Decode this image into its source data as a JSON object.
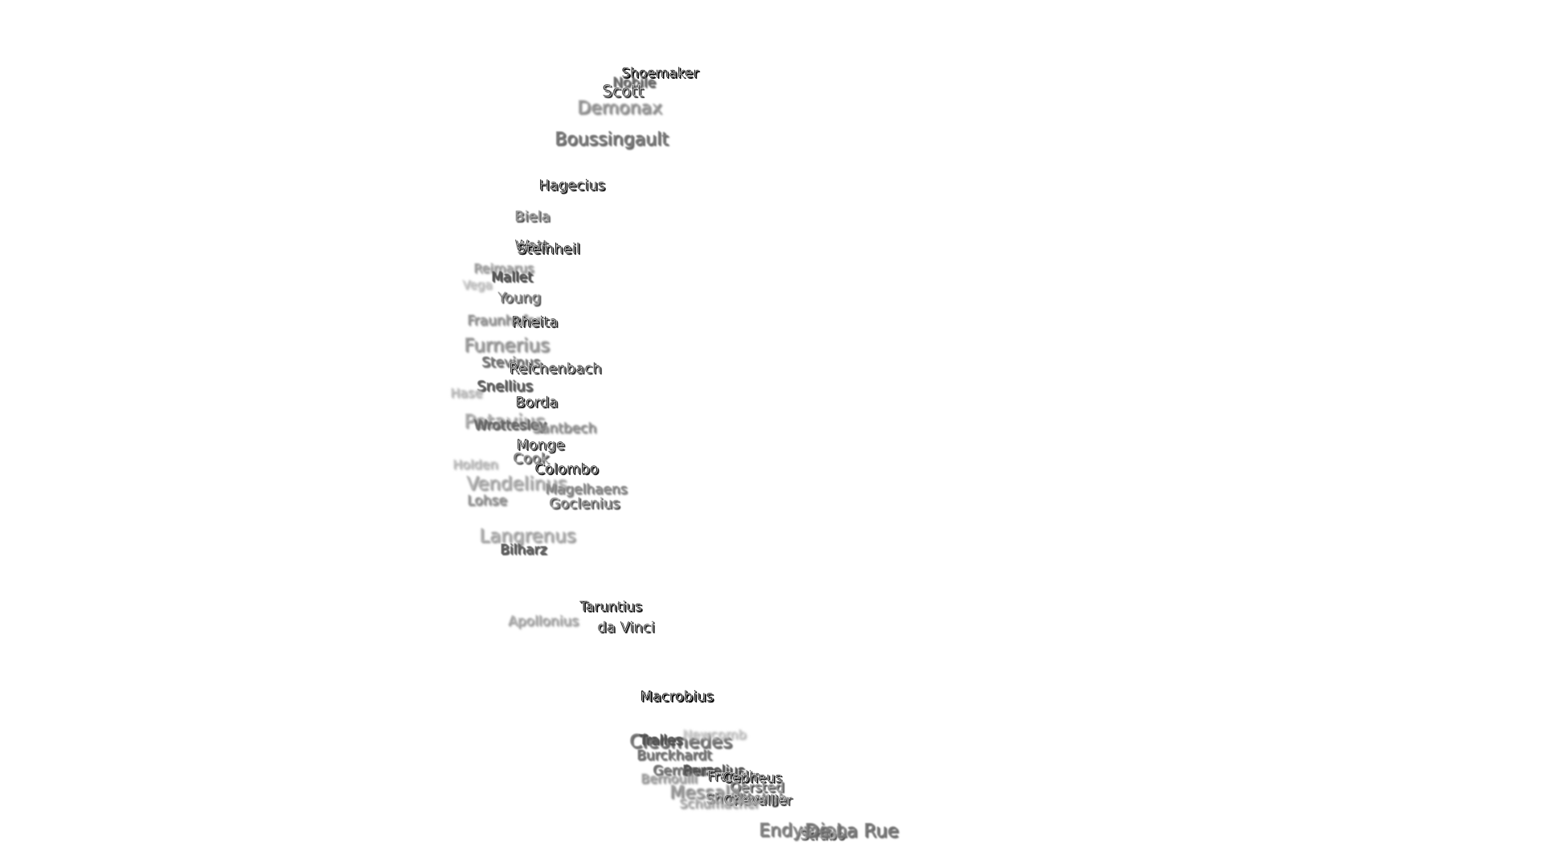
{
  "map": {
    "background_color": "#ffffff",
    "near_color": "#000000",
    "far_color": "#e6e6e6",
    "labels": [
      {
        "name": "Shoemaker",
        "depth": 0.0
      },
      {
        "name": "Nobile",
        "depth": 0.5
      },
      {
        "name": "Scott",
        "depth": 0.25
      },
      {
        "name": "Demonax",
        "depth": 0.7
      },
      {
        "name": "Boussingault",
        "depth": 0.55
      },
      {
        "name": "Hagecius",
        "depth": 0.1
      },
      {
        "name": "Biela",
        "depth": 0.35
      },
      {
        "name": "Watt",
        "depth": 0.25
      },
      {
        "name": "Steinheil",
        "depth": 0.1
      },
      {
        "name": "Reimarus",
        "depth": 0.75
      },
      {
        "name": "Mallet",
        "depth": 0.4
      },
      {
        "name": "Vega",
        "depth": 0.92
      },
      {
        "name": "Young",
        "depth": 0.3
      },
      {
        "name": "Fraunhofer",
        "depth": 0.7
      },
      {
        "name": "Rheita",
        "depth": 0.15
      },
      {
        "name": "Furnerius",
        "depth": 0.72
      },
      {
        "name": "Stevinus",
        "depth": 0.55
      },
      {
        "name": "Reichenbach",
        "depth": 0.2
      },
      {
        "name": "Snellius",
        "depth": 0.45
      },
      {
        "name": "Hase",
        "depth": 0.88
      },
      {
        "name": "Borda",
        "depth": 0.15
      },
      {
        "name": "Petavius",
        "depth": 0.8
      },
      {
        "name": "Wrottesley",
        "depth": 0.5
      },
      {
        "name": "Santbech",
        "depth": 0.68
      },
      {
        "name": "Monge",
        "depth": 0.2
      },
      {
        "name": "Cook",
        "depth": 0.3
      },
      {
        "name": "Colombo",
        "depth": 0.1
      },
      {
        "name": "Holden",
        "depth": 0.88
      },
      {
        "name": "Vendelinus",
        "depth": 0.8
      },
      {
        "name": "Magelhaens",
        "depth": 0.65
      },
      {
        "name": "Lohse",
        "depth": 0.68
      },
      {
        "name": "Goclenius",
        "depth": 0.3
      },
      {
        "name": "Langrenus",
        "depth": 0.8
      },
      {
        "name": "Bilharz",
        "depth": 0.45
      },
      {
        "name": "Taruntius",
        "depth": 0.05
      },
      {
        "name": "Apollonius",
        "depth": 0.8
      },
      {
        "name": "da Vinci",
        "depth": 0.15
      },
      {
        "name": "Macrobius",
        "depth": 0.0
      },
      {
        "name": "Cleomedes",
        "depth": 0.55
      },
      {
        "name": "Tralles",
        "depth": 0.4
      },
      {
        "name": "Newcomb",
        "depth": 0.93
      },
      {
        "name": "Burckhardt",
        "depth": 0.55
      },
      {
        "name": "Geminus",
        "depth": 0.55
      },
      {
        "name": "Berzelius",
        "depth": 0.4
      },
      {
        "name": "Franklin",
        "depth": 0.2
      },
      {
        "name": "Bernoulli",
        "depth": 0.75
      },
      {
        "name": "Cepheus",
        "depth": 0.1
      },
      {
        "name": "Oersted",
        "depth": 0.3
      },
      {
        "name": "Messala",
        "depth": 0.7
      },
      {
        "name": "Shuckburgh",
        "depth": 0.3
      },
      {
        "name": "Hooke",
        "depth": 0.6
      },
      {
        "name": "Chevallier",
        "depth": 0.25
      },
      {
        "name": "Schumacher",
        "depth": 0.8
      },
      {
        "name": "Endymion",
        "depth": 0.6
      },
      {
        "name": "Strabo",
        "depth": 0.35
      },
      {
        "name": "De La Rue",
        "depth": 0.55
      }
    ]
  }
}
